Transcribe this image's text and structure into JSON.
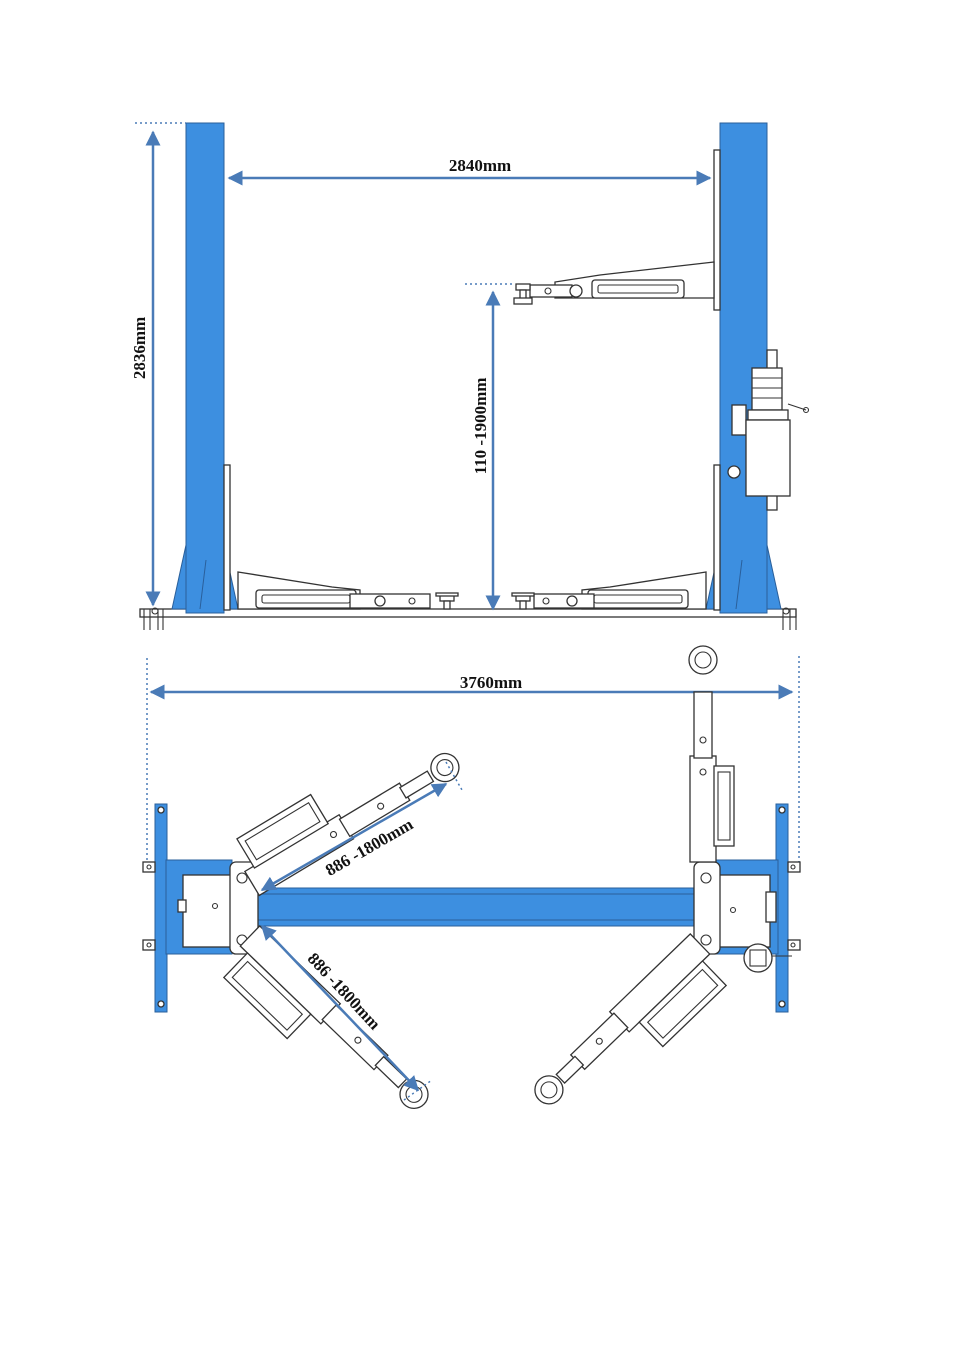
{
  "colors": {
    "column_blue": "#3d8fe0",
    "dimension_line": "#4a7bb7",
    "outline": "#333333"
  },
  "dimensions": {
    "column_spacing": "2840mm",
    "total_height": "2836mm",
    "lift_height_range": "110 -1900mm",
    "overall_width": "3760mm",
    "arm_reach_upper": "886 -1800mm",
    "arm_reach_lower": "886 -1800mm"
  },
  "views": [
    "front-elevation",
    "top-plan"
  ]
}
